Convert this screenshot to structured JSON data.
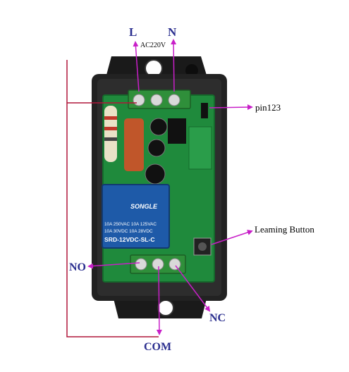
{
  "labels": {
    "L": "L",
    "N": "N",
    "ac": "AC220V",
    "pin": "pin123",
    "learning": "Leaming Button",
    "NO": "NO",
    "NC": "NC",
    "COM": "COM"
  },
  "relay": {
    "brand": "SONGLE",
    "rating1": "10A 250VAC  10A 125VAC",
    "rating2": "10A 30VDC  10A 28VDC",
    "model": "SRD-12VDC-SL-C"
  },
  "colors": {
    "arrow": "#c81fc8",
    "wire": "#b0163a",
    "label_blue": "#2b2f8f",
    "pcb": "#1f8a3c",
    "relay": "#1e5aa8",
    "terminal": "#2f8f3a"
  }
}
